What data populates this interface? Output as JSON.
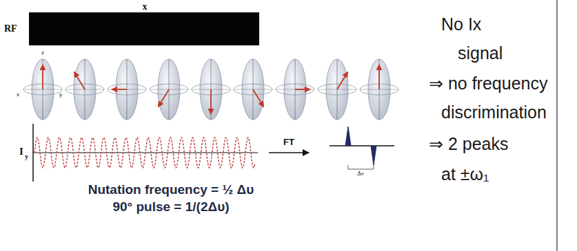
{
  "diagram": {
    "labels": [
      "x",
      "RF",
      "z",
      "x",
      "y",
      "I",
      "y",
      "FT",
      "Δν",
      "Nutation frequency = ½ Δυ",
      "90° pulse = 1/(2Δυ)",
      "No Ix",
      "signal",
      "⇒ no frequency",
      "discrimination",
      "⇒ 2 peaks",
      "at ±ω₁"
    ]
  }
}
